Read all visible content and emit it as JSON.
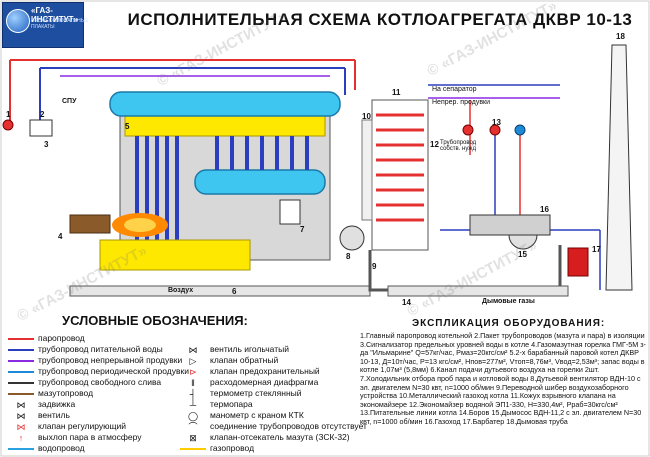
{
  "title": "ИСПОЛНИТЕЛЬНАЯ СХЕМА КОТЛОАГРЕГАТА ДКВР 10-13",
  "logo": {
    "name": "«ГАЗ-ИНСТИТУТ»",
    "sub": "ПРОФЕССИОНАЛЬНЫЕ ПЛАКАТЫ"
  },
  "watermark": "© «ГАЗ-ИНСТИТУТ»",
  "diagram_labels": {
    "spu": "СПУ",
    "separator": "На сепаратор",
    "neper": "Непрер. продувки",
    "truboprovod": "Трубопровод собств. нужд",
    "vozduh": "Воздух",
    "dym": "Дымовые газы"
  },
  "numbers": [
    "1",
    "2",
    "3",
    "4",
    "5",
    "6",
    "7",
    "8",
    "9",
    "10",
    "11",
    "12",
    "13",
    "14",
    "15",
    "16",
    "17",
    "18"
  ],
  "legend": {
    "title": "УСЛОВНЫЕ ОБОЗНАЧЕНИЯ:",
    "lines": [
      {
        "label": "паропровод",
        "color": "#e53030"
      },
      {
        "label": "трубопровод питательной воды",
        "color": "#2c3ec0"
      },
      {
        "label": "трубопровод непрерывной продувки",
        "color": "#8a2be2"
      },
      {
        "label": "трубопровод периодической продувки",
        "color": "#1d8ad8"
      },
      {
        "label": "трубопровод свободного слива",
        "color": "#333333"
      },
      {
        "label": "мазутопровод",
        "color": "#8b5a2b"
      },
      {
        "label": "задвижка",
        "color": ""
      },
      {
        "label": "вентиль",
        "color": ""
      },
      {
        "label": "клапан регулирующий",
        "color": ""
      },
      {
        "label": "выхлоп пара в атмосферу",
        "color": ""
      },
      {
        "label": "водопровод",
        "color": "#2aa0e0"
      }
    ],
    "items": [
      {
        "label": "вентиль игольчатый"
      },
      {
        "label": "клапан обратный"
      },
      {
        "label": "клапан предохранительный"
      },
      {
        "label": "расходомерная диафрагма"
      },
      {
        "label": "термометр стеклянный"
      },
      {
        "label": "термопара"
      },
      {
        "label": "манометр с краном КТК"
      },
      {
        "label": "соединение трубопроводов отсутствует"
      },
      {
        "label": "клапан-отсекатель мазута (ЗСК-32)"
      },
      {
        "label": "газопровод"
      }
    ]
  },
  "explication": {
    "title": "ЭКСПЛИКАЦИЯ ОБОРУДОВАНИЯ:",
    "text": "1.Главный паропровод котельной 2.Пакет трубопроводов (мазута и пара) в изоляции 3.Сигнализатор предельных уровней воды в котле 4.Газомазутная горелка ГМГ-5М з-да \"Ильмарине\" Q=57кг/час, Pмаз=20кгс/см² 5.2-х барабанный паровой котел ДКВР 10-13, Д=10т/час, P=13 кгс/см², Hпов=277м², Vтоп=8,76м³, Vвод=2,53м³; запас воды в котле 1,07м³ (5,8мм) 6.Канал подачи дутьевого воздуха на горелки 2шт. 7.Холодильник отбора проб пара и котловой воды 8.Дутьевой вентилятор ВДН-10 с эл. двигателем N=30 квт, n=1000 об/мин 9.Переводной шибер воздухозаборного устройства 10.Металлический газоход котла 11.Кожух взрывного клапана на экономайзере 12.Экономайзер водяной ЭП1-330, H=330,4м², Pраб=30кгс/см² 13.Питательные линии котла 14.Боров 15.Дымосос ВДН-11,2 с эл. двигателем N=30 квт, n=1000 об/мин 16.Газоход 17.Барбатер 18.Дымовая труба"
  }
}
